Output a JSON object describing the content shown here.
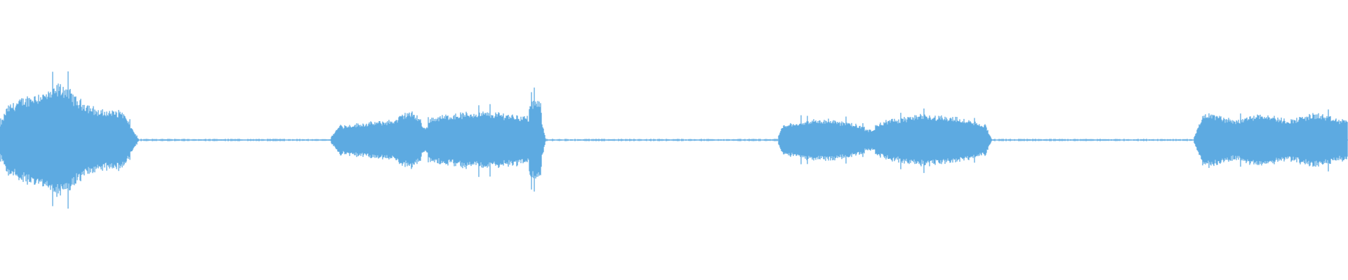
{
  "waveform": {
    "color": "#5DAAE1",
    "background": "#FFFFFF",
    "segments": [
      {
        "start": 0.0,
        "end": 0.103,
        "kind": "sound"
      },
      {
        "start": 0.103,
        "end": 0.246,
        "kind": "silence"
      },
      {
        "start": 0.246,
        "end": 0.405,
        "kind": "sound"
      },
      {
        "start": 0.405,
        "end": 0.578,
        "kind": "silence"
      },
      {
        "start": 0.578,
        "end": 0.736,
        "kind": "sound"
      },
      {
        "start": 0.736,
        "end": 0.886,
        "kind": "silence"
      },
      {
        "start": 0.886,
        "end": 1.0,
        "kind": "sound"
      }
    ]
  }
}
